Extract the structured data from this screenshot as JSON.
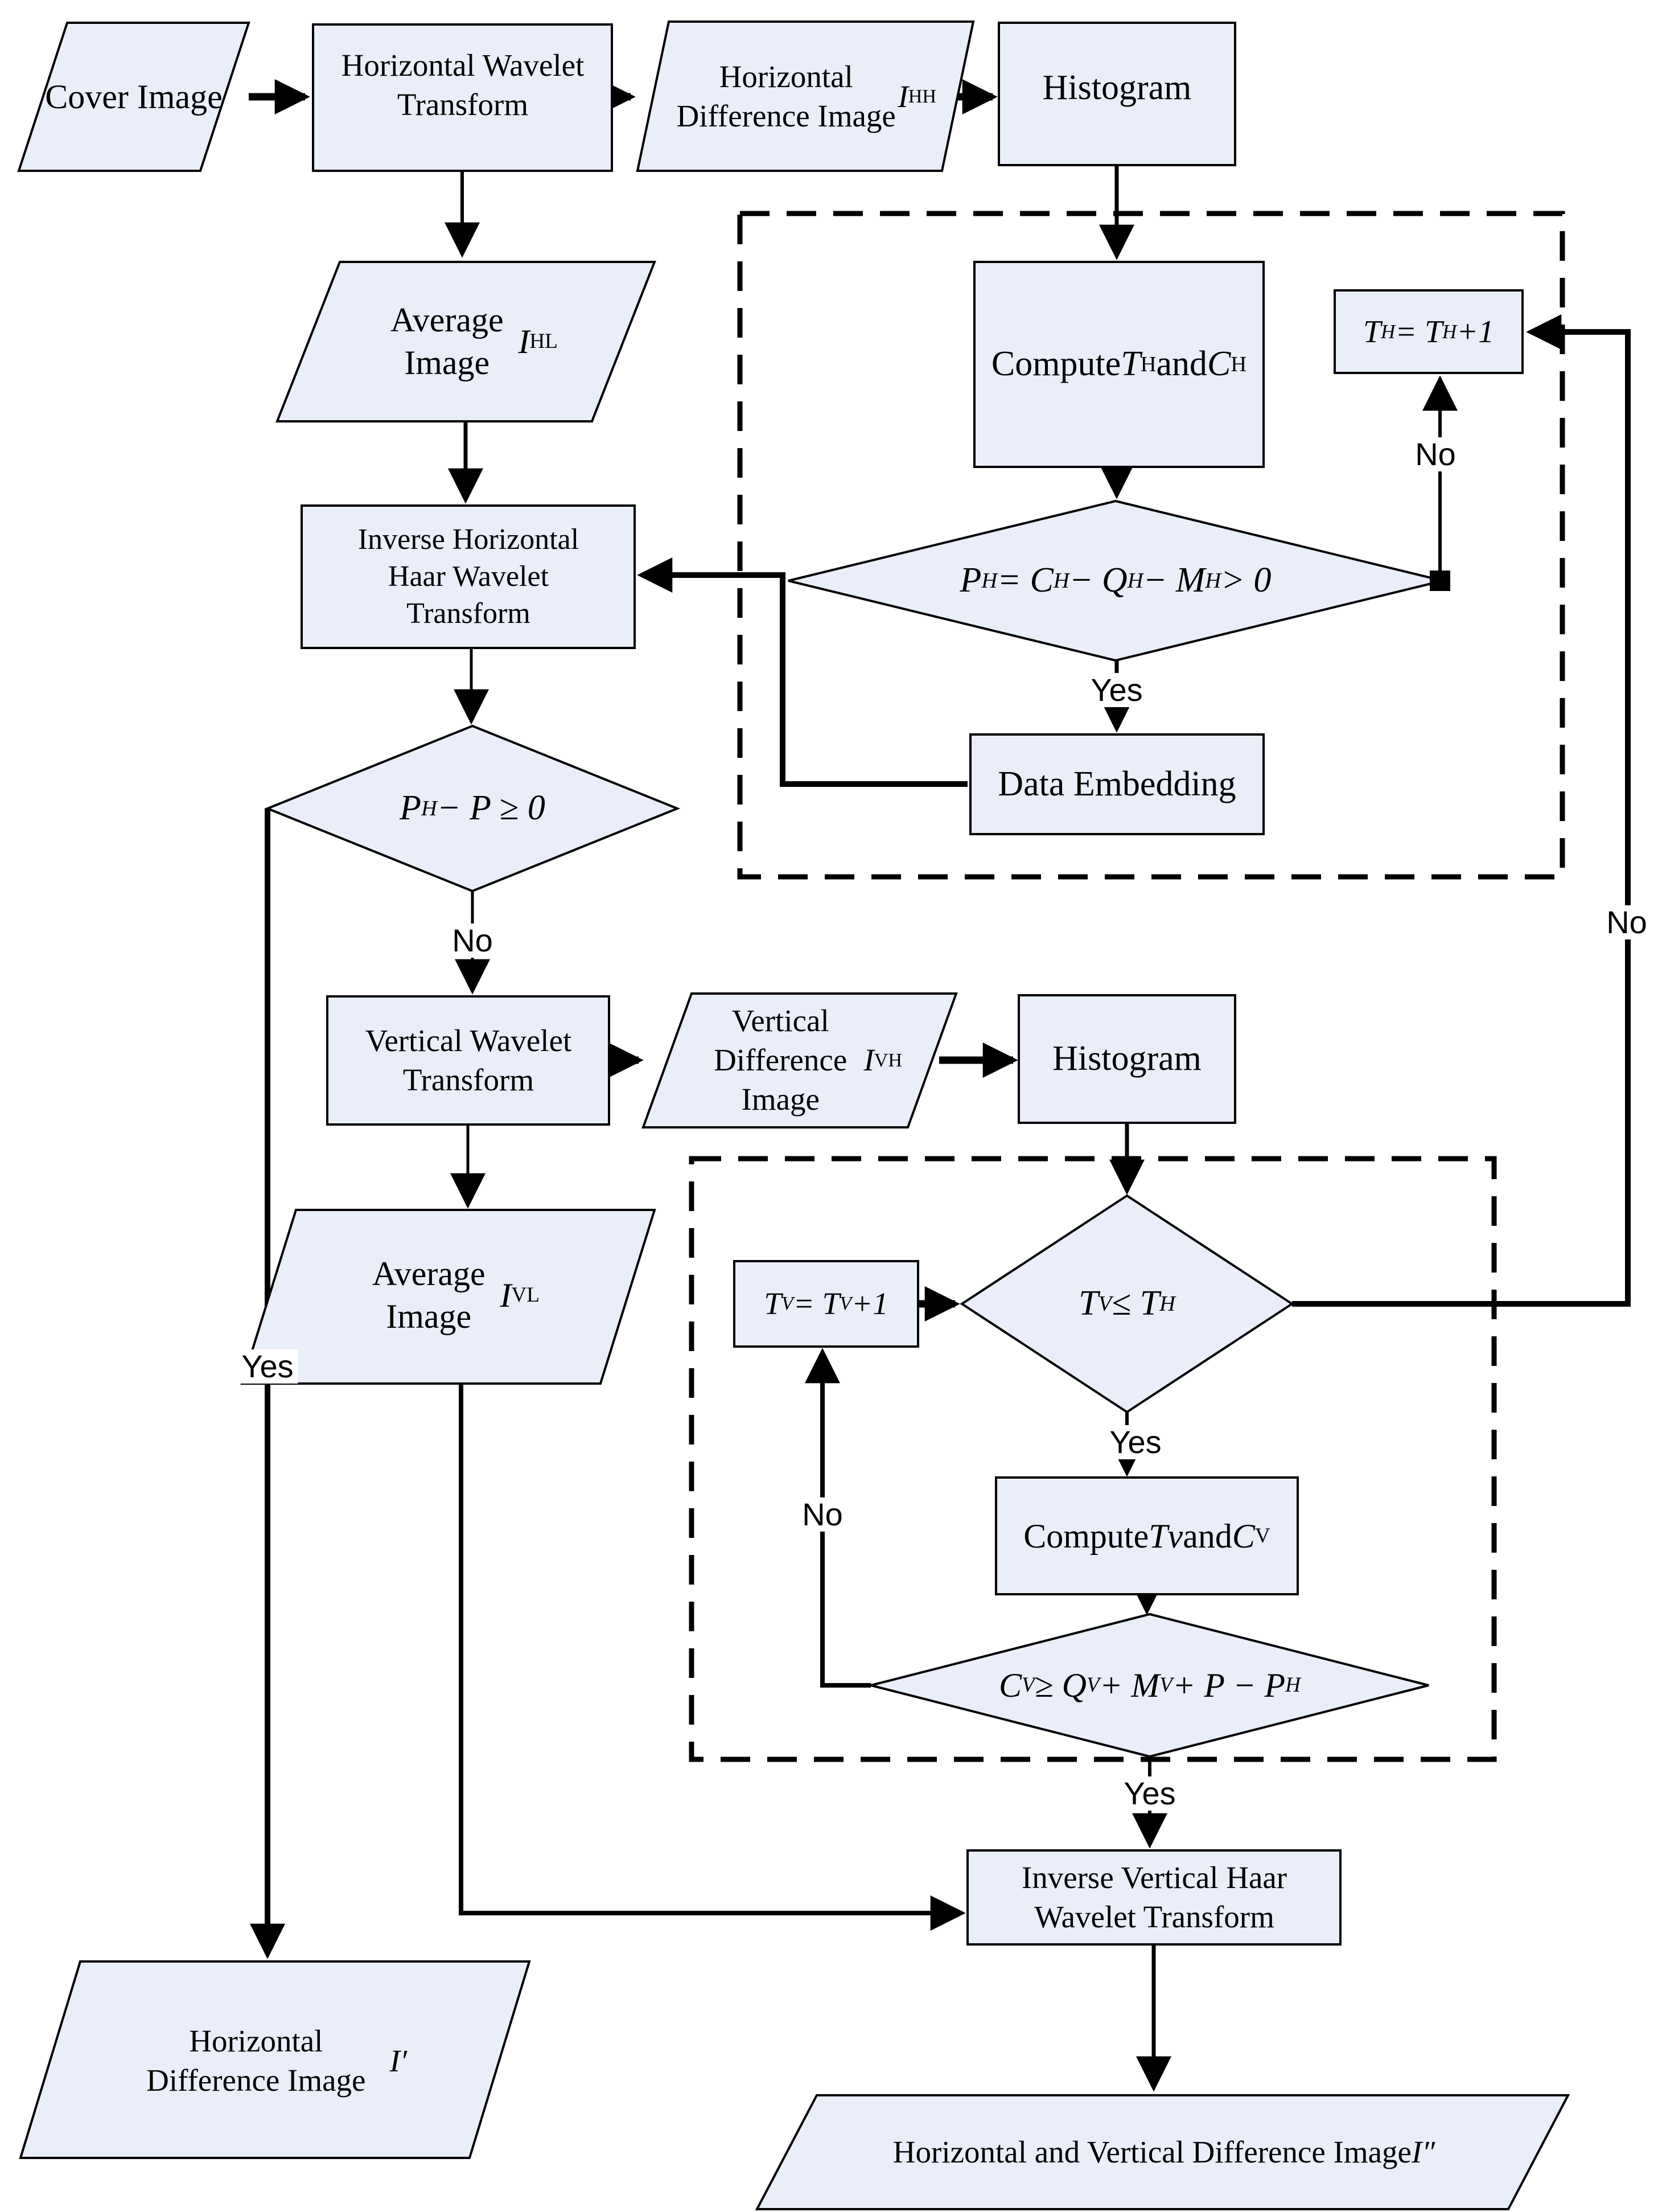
{
  "diagram": {
    "colors": {
      "node_fill": "#e9eef8",
      "stroke": "#000000"
    },
    "nodes": {
      "cover": {
        "label": "Cover Image"
      },
      "hwt": {
        "label": "Horizontal Wavelet Transform"
      },
      "ihh": {
        "label": "Horizontal Difference Image *I*_HH_"
      },
      "hist1": {
        "label": "Histogram"
      },
      "cth": {
        "label": "Compute *T*_H_ and *C*_H_"
      },
      "th1": {
        "label": "T_H_ = T_H_ +1"
      },
      "dqh": {
        "label": "P_H_ = C_H_ − Q_H_ − M_H_ > 0"
      },
      "de": {
        "label": "Data Embedding"
      },
      "ihl": {
        "label": "Average Image *I*_HL_"
      },
      "invh": {
        "label": "Inverse Horizontal Haar Wavelet Transform"
      },
      "dph": {
        "label": "P_H_ − P ≥ 0"
      },
      "vwt": {
        "label": "Vertical Wavelet Transform"
      },
      "ivh": {
        "label": "Vertical Difference Image *I*_VH_"
      },
      "hist2": {
        "label": "Histogram"
      },
      "ivl": {
        "label": "Average Image *I*_VL_"
      },
      "tv1": {
        "label": "T_V_ = T_V_ +1"
      },
      "dtv": {
        "label": "T_V_ ≤ T_H_"
      },
      "ctv": {
        "label": "Compute *Tv* and *C*_V_"
      },
      "dcv": {
        "label": "C_V_ ≥ Q_V_ + M_V_ + P − P_H_"
      },
      "invv": {
        "label": "Inverse Vertical Haar Wavelet Transform"
      },
      "out_h": {
        "label": "Horizontal Difference Image *I′*"
      },
      "out_hv": {
        "label": "Horizontal and Vertical Difference Image*I″*"
      }
    },
    "edge_labels": {
      "yes_dqh": "Yes",
      "no_dqh": "No",
      "no_right": "No",
      "no_dph": "No",
      "yes_left": "Yes",
      "yes_dtv": "Yes",
      "no_dcv": "No",
      "yes_dcv": "Yes"
    }
  }
}
